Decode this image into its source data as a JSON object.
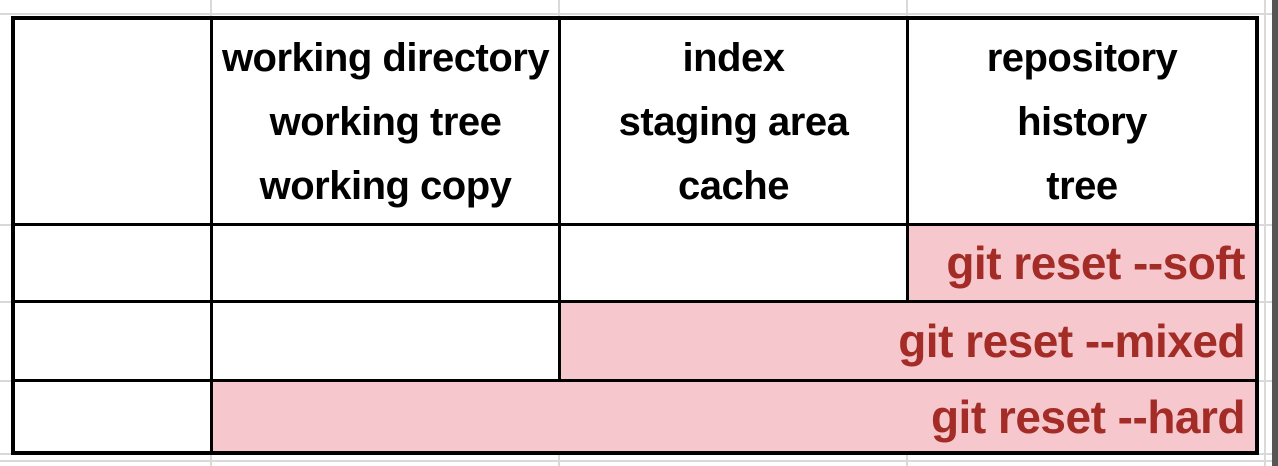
{
  "table": {
    "header": {
      "corner": "",
      "columns": [
        {
          "id": "working-directory",
          "lines": [
            "working directory",
            "working tree",
            "working copy"
          ]
        },
        {
          "id": "index",
          "lines": [
            "index",
            "staging area",
            "cache"
          ]
        },
        {
          "id": "repository",
          "lines": [
            "repository",
            "history",
            "tree"
          ]
        }
      ]
    },
    "rows": [
      {
        "id": "soft",
        "command": "git reset --soft",
        "highlight_span_columns": [
          "repository"
        ]
      },
      {
        "id": "mixed",
        "command": "git reset --mixed",
        "highlight_span_columns": [
          "index",
          "repository"
        ]
      },
      {
        "id": "hard",
        "command": "git reset --hard",
        "highlight_span_columns": [
          "working-directory",
          "index",
          "repository"
        ]
      }
    ]
  },
  "colors": {
    "highlight_bg": "#f6c7cd",
    "command_text": "#a42c26",
    "grid_border": "#000000",
    "faint_gridline": "#d9d9d9",
    "window_edge": "#565656"
  }
}
